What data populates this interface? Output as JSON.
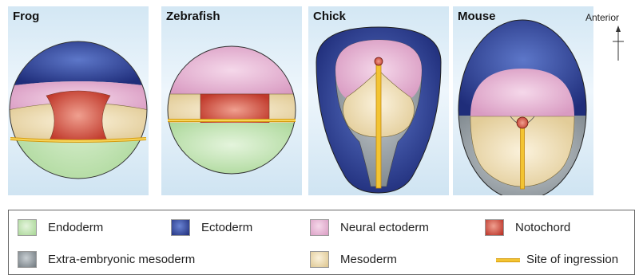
{
  "panels": [
    {
      "title": "Frog"
    },
    {
      "title": "Zebrafish"
    },
    {
      "title": "Chick"
    },
    {
      "title": "Mouse"
    }
  ],
  "orientation": {
    "label": "Anterior"
  },
  "legend": {
    "items": [
      {
        "label": "Endoderm",
        "color": "#b8dfa7"
      },
      {
        "label": "Ectoderm",
        "color": "#2b3c8f"
      },
      {
        "label": "Neural ectoderm",
        "color": "#e2a7cc"
      },
      {
        "label": "Notochord",
        "color": "#c9463a"
      },
      {
        "label": "Extra-embryonic mesoderm",
        "color": "#8c9499"
      },
      {
        "label": "Mesoderm",
        "color": "#ecdcb2"
      },
      {
        "label": "Site of ingression",
        "color": "#f3c432"
      }
    ]
  }
}
